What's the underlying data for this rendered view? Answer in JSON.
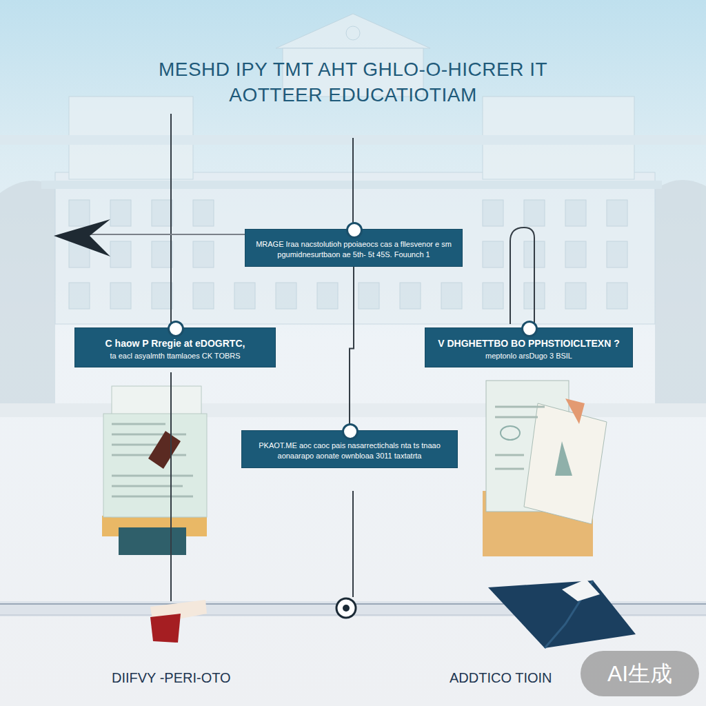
{
  "diagram": {
    "title": "MESHD IPY TMT AHT GHLO-O-HICRER IT AOTTEER EDUCATIOTIAM",
    "nodes": [
      {
        "text": [
          "MRAGE Iraa nacstolutioh ppoiaeocs cas a fllesvenor e sm pgumidnesurtbaon ae 5th- 5t 45S. Fouunch 1"
        ]
      },
      {
        "text": [
          "C haow P Rregie at eDOGRTC,",
          "ta eacl asyalmth ttamlaoes CK TOBRS"
        ]
      },
      {
        "text": [
          "V DHGHETTBO BO PPHSTIOICLTEXN ?",
          "meptonlo arsDugo 3 BSIL"
        ]
      },
      {
        "text": [
          "PKAOT.ME aoc caoc pais nasarrectichals nta ts tnaao aonaarapo aonate ownbloaa 3011 taxtatrta"
        ]
      }
    ],
    "edges": [
      {
        "from": 0,
        "to": 3,
        "arrow": "none"
      }
    ],
    "labels": [
      "DIIFVY -PERI-OTO",
      "ADDTICO TIOIN",
      "AI生成"
    ]
  }
}
